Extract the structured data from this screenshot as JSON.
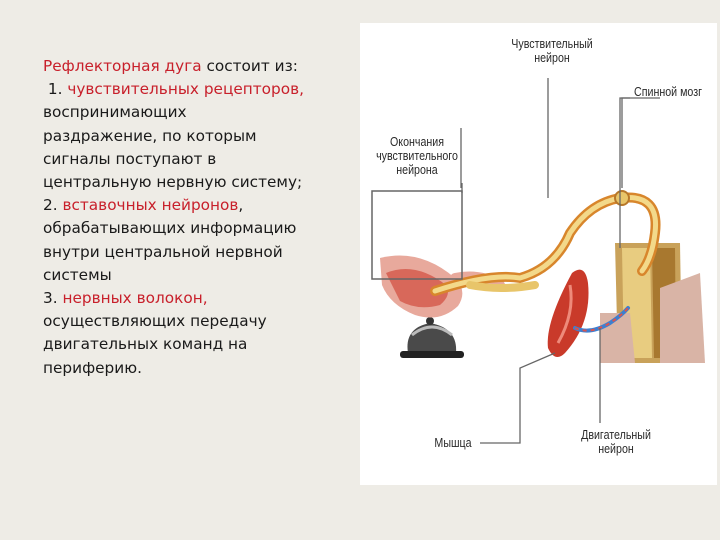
{
  "text": {
    "l1_red": "Рефлекторная дуга",
    "l1_rest": " состоит из:",
    "l2_num": " 1. ",
    "l2_red": "чувствительных рецепторов,",
    "l3": "воспринимающих",
    "l4": "раздражение, по которым",
    "l5": "сигналы поступают в",
    "l6": "центральную нервную систему;",
    "l7_num": "2. ",
    "l7_red": "вставочных нейронов",
    "l7_rest": ",",
    "l8": "обрабатывающих информацию",
    "l9": "внутри центральной нервной",
    "l10": "системы",
    "l11_num": "3. ",
    "l11_red": "нервных волокон,",
    "l12": "осуществляющих передачу",
    "l13": "двигательных команд на",
    "l14": "периферию."
  },
  "figure": {
    "label_sensory_1": "Чувствительный",
    "label_sensory_2": "нейрон",
    "label_spinal": "Спинной мозг",
    "label_endings_1": "Окончания",
    "label_endings_2": "чувствительного",
    "label_endings_3": "нейрона",
    "label_muscle": "Мышца",
    "label_motor_1": "Двигательный",
    "label_motor_2": "нейрон"
  },
  "colors": {
    "accent_red": "#c8202b",
    "nerve_yellow": "#e8c56a",
    "nerve_orange": "#d8862c",
    "muscle_red": "#c93a2a",
    "motor_blue": "#3d7fd0",
    "label_lines": "#666666"
  }
}
